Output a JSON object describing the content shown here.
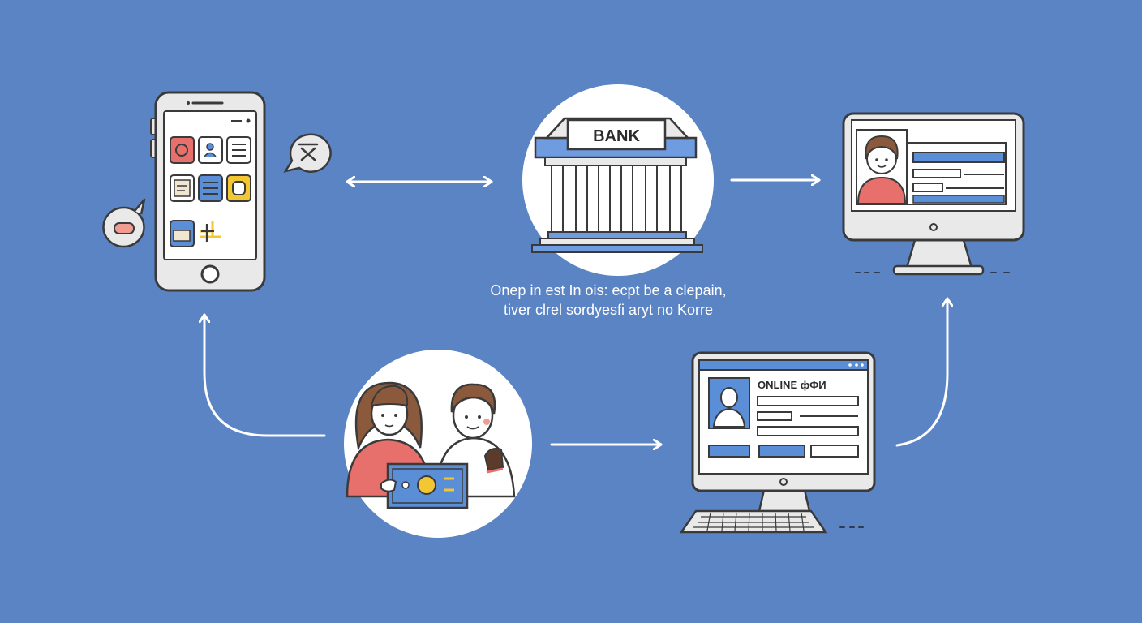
{
  "colors": {
    "background": "#5b84c4",
    "accent_blue": "#5a8fd8",
    "accent_red": "#e7706c",
    "accent_yellow": "#f3c633",
    "outline": "#3a3a3a"
  },
  "nodes": {
    "bank": {
      "label": "BANK"
    },
    "online_form": {
      "label": "ONLINE фФИ"
    }
  },
  "caption": {
    "line1": "Onep in est In ois: ecpt be a clepain,",
    "line2": "tiver clrel sordyesfi aryt no Korre"
  },
  "icons": [
    "smartphone-icon",
    "speech-bubble-icon",
    "bank-building-icon",
    "desktop-monitor-icon",
    "profile-card-icon",
    "people-icon",
    "banknote-icon",
    "keyboard-icon",
    "arrow-icon"
  ]
}
